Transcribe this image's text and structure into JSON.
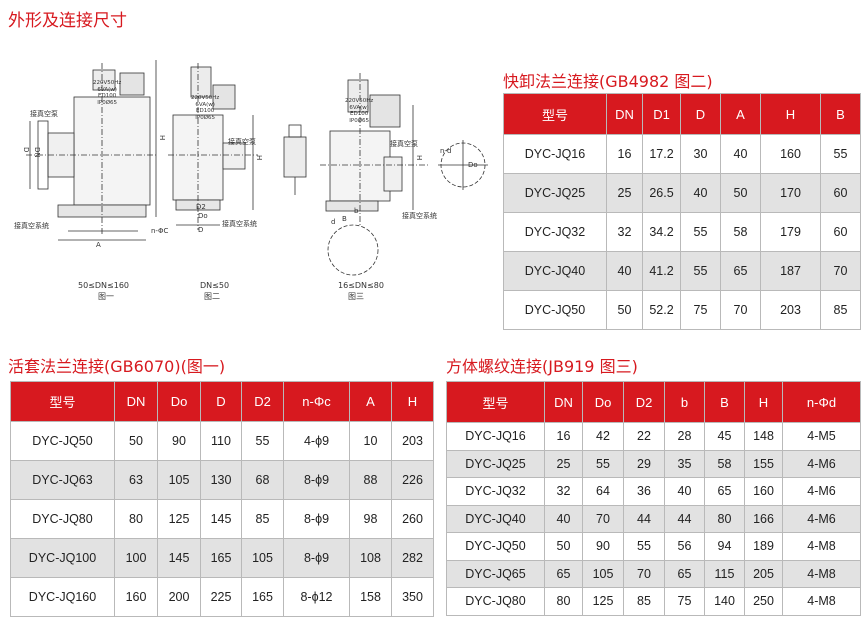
{
  "page_title": "外形及连接尺寸",
  "table1": {
    "title": "快卸法兰连接(GB4982 图二)",
    "headers": [
      "型号",
      "DN",
      "D1",
      "D",
      "A",
      "H",
      "B"
    ],
    "rows": [
      [
        "DYC-JQ16",
        "16",
        "17.2",
        "30",
        "40",
        "160",
        "55"
      ],
      [
        "DYC-JQ25",
        "25",
        "26.5",
        "40",
        "50",
        "170",
        "60"
      ],
      [
        "DYC-JQ32",
        "32",
        "34.2",
        "55",
        "58",
        "179",
        "60"
      ],
      [
        "DYC-JQ40",
        "40",
        "41.2",
        "55",
        "65",
        "187",
        "70"
      ],
      [
        "DYC-JQ50",
        "50",
        "52.2",
        "75",
        "70",
        "203",
        "85"
      ]
    ]
  },
  "table2": {
    "title": "活套法兰连接(GB6070)(图一)",
    "headers": [
      "型号",
      "DN",
      "Do",
      "D",
      "D2",
      "n-Φc",
      "A",
      "H"
    ],
    "rows": [
      [
        "DYC-JQ50",
        "50",
        "90",
        "110",
        "55",
        "4-ϕ9",
        "10",
        "203"
      ],
      [
        "DYC-JQ63",
        "63",
        "105",
        "130",
        "68",
        "8-ϕ9",
        "88",
        "226"
      ],
      [
        "DYC-JQ80",
        "80",
        "125",
        "145",
        "85",
        "8-ϕ9",
        "98",
        "260"
      ],
      [
        "DYC-JQ100",
        "100",
        "145",
        "165",
        "105",
        "8-ϕ9",
        "108",
        "282"
      ],
      [
        "DYC-JQ160",
        "160",
        "200",
        "225",
        "165",
        "8-ϕ12",
        "158",
        "350"
      ]
    ]
  },
  "table3": {
    "title": "方体螺纹连接(JB919 图三)",
    "headers": [
      "型号",
      "DN",
      "Do",
      "D2",
      "b",
      "B",
      "H",
      "n-Φd"
    ],
    "rows": [
      [
        "DYC-JQ16",
        "16",
        "42",
        "22",
        "28",
        "45",
        "148",
        "4-M5"
      ],
      [
        "DYC-JQ25",
        "25",
        "55",
        "29",
        "35",
        "58",
        "155",
        "4-M6"
      ],
      [
        "DYC-JQ32",
        "32",
        "64",
        "36",
        "40",
        "65",
        "160",
        "4-M6"
      ],
      [
        "DYC-JQ40",
        "40",
        "70",
        "44",
        "44",
        "80",
        "166",
        "4-M6"
      ],
      [
        "DYC-JQ50",
        "50",
        "90",
        "55",
        "56",
        "94",
        "189",
        "4-M8"
      ],
      [
        "DYC-JQ65",
        "65",
        "105",
        "70",
        "65",
        "115",
        "205",
        "4-M8"
      ],
      [
        "DYC-JQ80",
        "80",
        "125",
        "85",
        "75",
        "140",
        "250",
        "4-M8"
      ]
    ]
  },
  "drawings": {
    "coil_lines": [
      "220V50Hz",
      "6VA(w)",
      "ED100",
      "IP0Ø65"
    ],
    "fig1_caption": "50≤DN≤160",
    "fig1_name": "图一",
    "fig2_caption": "DN≤50",
    "fig2_name": "图二",
    "fig3_caption": "16≤DN≤80",
    "fig3_name": "图三",
    "label_vacuum_pump": "接真空泵",
    "label_vacuum_system": "接真空系统",
    "dim_A": "A",
    "dim_H": "H",
    "dim_D": "D",
    "dim_D2": "D2",
    "dim_Do": "Do",
    "dim_DN": "DN",
    "dim_B": "B",
    "dim_b": "b",
    "dim_nphic": "n-ΦC",
    "dim_nd": "n-d",
    "dim_d": "d"
  }
}
